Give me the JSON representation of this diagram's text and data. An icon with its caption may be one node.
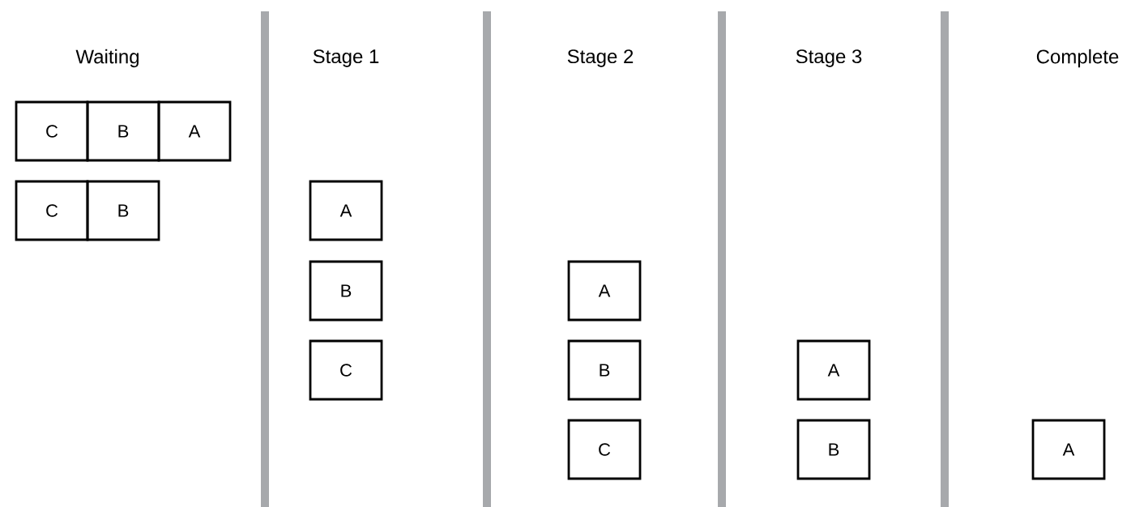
{
  "diagram": {
    "nodes": [
      {
        "text": [
          "C"
        ]
      },
      {
        "text": [
          "B"
        ]
      },
      {
        "text": [
          "A"
        ]
      },
      {
        "text": [
          "C"
        ]
      },
      {
        "text": [
          "B"
        ]
      },
      {
        "text": [
          "A"
        ]
      },
      {
        "text": [
          "B"
        ]
      },
      {
        "text": [
          "C"
        ]
      },
      {
        "text": [
          "A"
        ]
      },
      {
        "text": [
          "B"
        ]
      },
      {
        "text": [
          "C"
        ]
      },
      {
        "text": [
          "A"
        ]
      },
      {
        "text": [
          "B"
        ]
      },
      {
        "text": [
          "A"
        ]
      }
    ],
    "labels": [
      "Waiting",
      "Stage 1",
      "Stage 2",
      "Stage 3",
      "Complete"
    ]
  }
}
